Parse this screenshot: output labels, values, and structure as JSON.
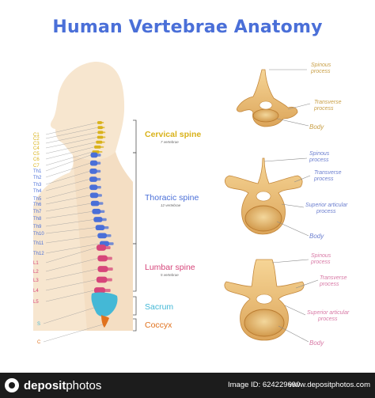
{
  "title": "Human Vertebrae Anatomy",
  "left_labels": {
    "cervical": [
      "C1",
      "C2",
      "C3",
      "C4",
      "C5",
      "C6",
      "C7"
    ],
    "thoracic": [
      "Th1",
      "Th2",
      "Th3",
      "Th4",
      "Th5",
      "Th6",
      "Th7",
      "Th8",
      "Th9",
      "Th10",
      "Th11",
      "Th12"
    ],
    "lumbar": [
      "L1",
      "L2",
      "L3",
      "L4",
      "L5"
    ],
    "sacrum": "S",
    "coccyx": "C"
  },
  "sections": {
    "cervical": {
      "name": "Cervical spine",
      "sub": "7 vertebrae"
    },
    "thoracic": {
      "name": "Thoracic spine",
      "sub": "12 vertebrae"
    },
    "lumbar": {
      "name": "Lumbar spine",
      "sub": "5 vertebrae"
    },
    "sacrum": {
      "name": "Sacrum"
    },
    "coccyx": {
      "name": "Coccyx"
    }
  },
  "vertebra_views": {
    "cervical": {
      "spinous": "Spinous\nprocess",
      "transverse": "Transverse\nprocess",
      "body": "Body"
    },
    "thoracic": {
      "spinous": "Spinous\nprocess",
      "transverse": "Transverse\nprocess",
      "superior": "Superior articular\nprocess",
      "body": "Body"
    },
    "lumbar": {
      "spinous": "Spinous\nprocess",
      "transverse": "Transverse\nprocess",
      "superior": "Superior articular\nprocess",
      "body": "Body"
    }
  },
  "footer": {
    "brand_bold": "deposit",
    "brand_light": "photos",
    "image_id": "Image ID: 624229690",
    "site": "www.depositphotos.com"
  },
  "colors": {
    "title": "#4a6fd8",
    "cervical": "#d9b21a",
    "thoracic": "#4a6fd8",
    "lumbar": "#d6457a",
    "sacrum": "#44b8d6",
    "coccyx": "#e0721e",
    "bone": "#e7b870",
    "label_gold": "#c9a048",
    "label_blue": "#6c7fcf",
    "label_pink": "#d87aa6"
  }
}
